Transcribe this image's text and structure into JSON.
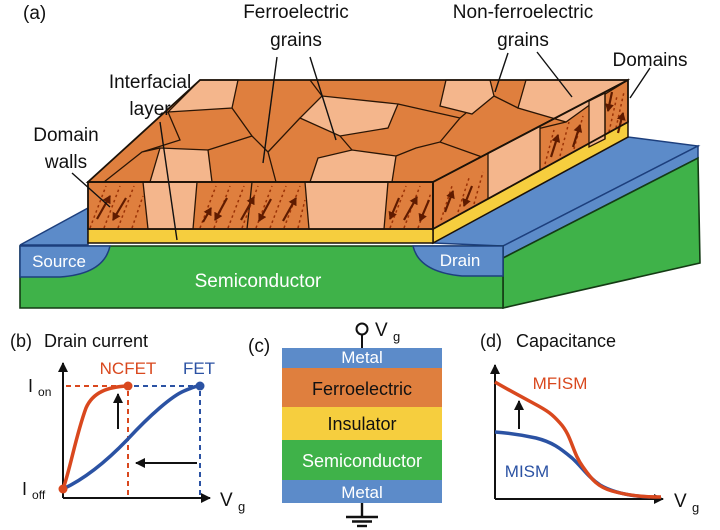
{
  "figure": {
    "panel_a": {
      "label": "(a)",
      "annotations": {
        "ferroelectric_grains": {
          "line1": "Ferroelectric",
          "line2": "grains"
        },
        "non_ferroelectric_grains": {
          "line1": "Non-ferroelectric",
          "line2": "grains"
        },
        "domains": "Domains",
        "interfacial_layer": {
          "line1": "Interfacial",
          "line2": "layer"
        },
        "domain_walls": {
          "line1": "Domain",
          "line2": "walls"
        },
        "source": "Source",
        "drain": "Drain",
        "semiconductor": "Semiconductor"
      }
    },
    "panel_b": {
      "label": "(b)",
      "title": "Drain current",
      "y_top": {
        "base": "I",
        "sub": "on"
      },
      "y_bottom": {
        "base": "I",
        "sub": "off"
      },
      "x_label": {
        "base": "V",
        "sub": "g"
      },
      "curves": [
        {
          "name": "NCFET",
          "color": "#d9481e"
        },
        {
          "name": "FET",
          "color": "#2b52a3"
        }
      ]
    },
    "panel_c": {
      "label": "(c)",
      "terminal": {
        "base": "V",
        "sub": "g"
      },
      "layers": [
        {
          "name": "Metal",
          "color": "#5c8bc9",
          "text_color": "#ffffff"
        },
        {
          "name": "Ferroelectric",
          "color": "#df7f3e",
          "text_color": "#111111"
        },
        {
          "name": "Insulator",
          "color": "#f6ce3e",
          "text_color": "#111111"
        },
        {
          "name": "Semiconductor",
          "color": "#3fb249",
          "text_color": "#ffffff"
        },
        {
          "name": "Metal",
          "color": "#5c8bc9",
          "text_color": "#ffffff"
        }
      ]
    },
    "panel_d": {
      "label": "(d)",
      "title": "Capacitance",
      "x_label": {
        "base": "V",
        "sub": "g"
      },
      "curves": [
        {
          "name": "MFISM",
          "color": "#d9481e"
        },
        {
          "name": "MISM",
          "color": "#2b52a3"
        }
      ]
    },
    "colors": {
      "grain_dark": "#df7f3e",
      "grain_light": "#f4b68c",
      "interfacial_yellow": "#f6ce3e",
      "metal_blue": "#5c8bc9",
      "semiconductor_green": "#3fb249",
      "ncfet_red": "#d9481e",
      "fet_blue": "#2b52a3",
      "domain_arrow": "#5f1b00"
    }
  },
  "chart_data": [
    {
      "panel": "b",
      "type": "line",
      "title": "Drain current",
      "xlabel": "Vg",
      "y_axis_marks": [
        "Ion",
        "Ioff"
      ],
      "qualitative": true,
      "series": [
        {
          "name": "NCFET",
          "color": "#d9481e",
          "description": "starts at Ioff, steep rise, reaches Ion at low Vg"
        },
        {
          "name": "FET",
          "color": "#2b52a3",
          "description": "starts at Ioff, gradual rise, reaches Ion at higher Vg"
        }
      ],
      "annotations": [
        "upward arrow between curves (current boost)",
        "leftward arrow from FET to NCFET threshold (Vg reduction)"
      ]
    },
    {
      "panel": "d",
      "type": "line",
      "title": "Capacitance",
      "xlabel": "Vg",
      "qualitative": true,
      "series": [
        {
          "name": "MFISM",
          "color": "#d9481e",
          "description": "higher capacitance plateau, sigmoid decay to zero with Vg"
        },
        {
          "name": "MISM",
          "color": "#2b52a3",
          "description": "lower capacitance plateau, sigmoid decay to zero with Vg"
        }
      ],
      "annotations": [
        "upward arrow from MISM to MFISM (capacitance enhancement)"
      ]
    }
  ]
}
